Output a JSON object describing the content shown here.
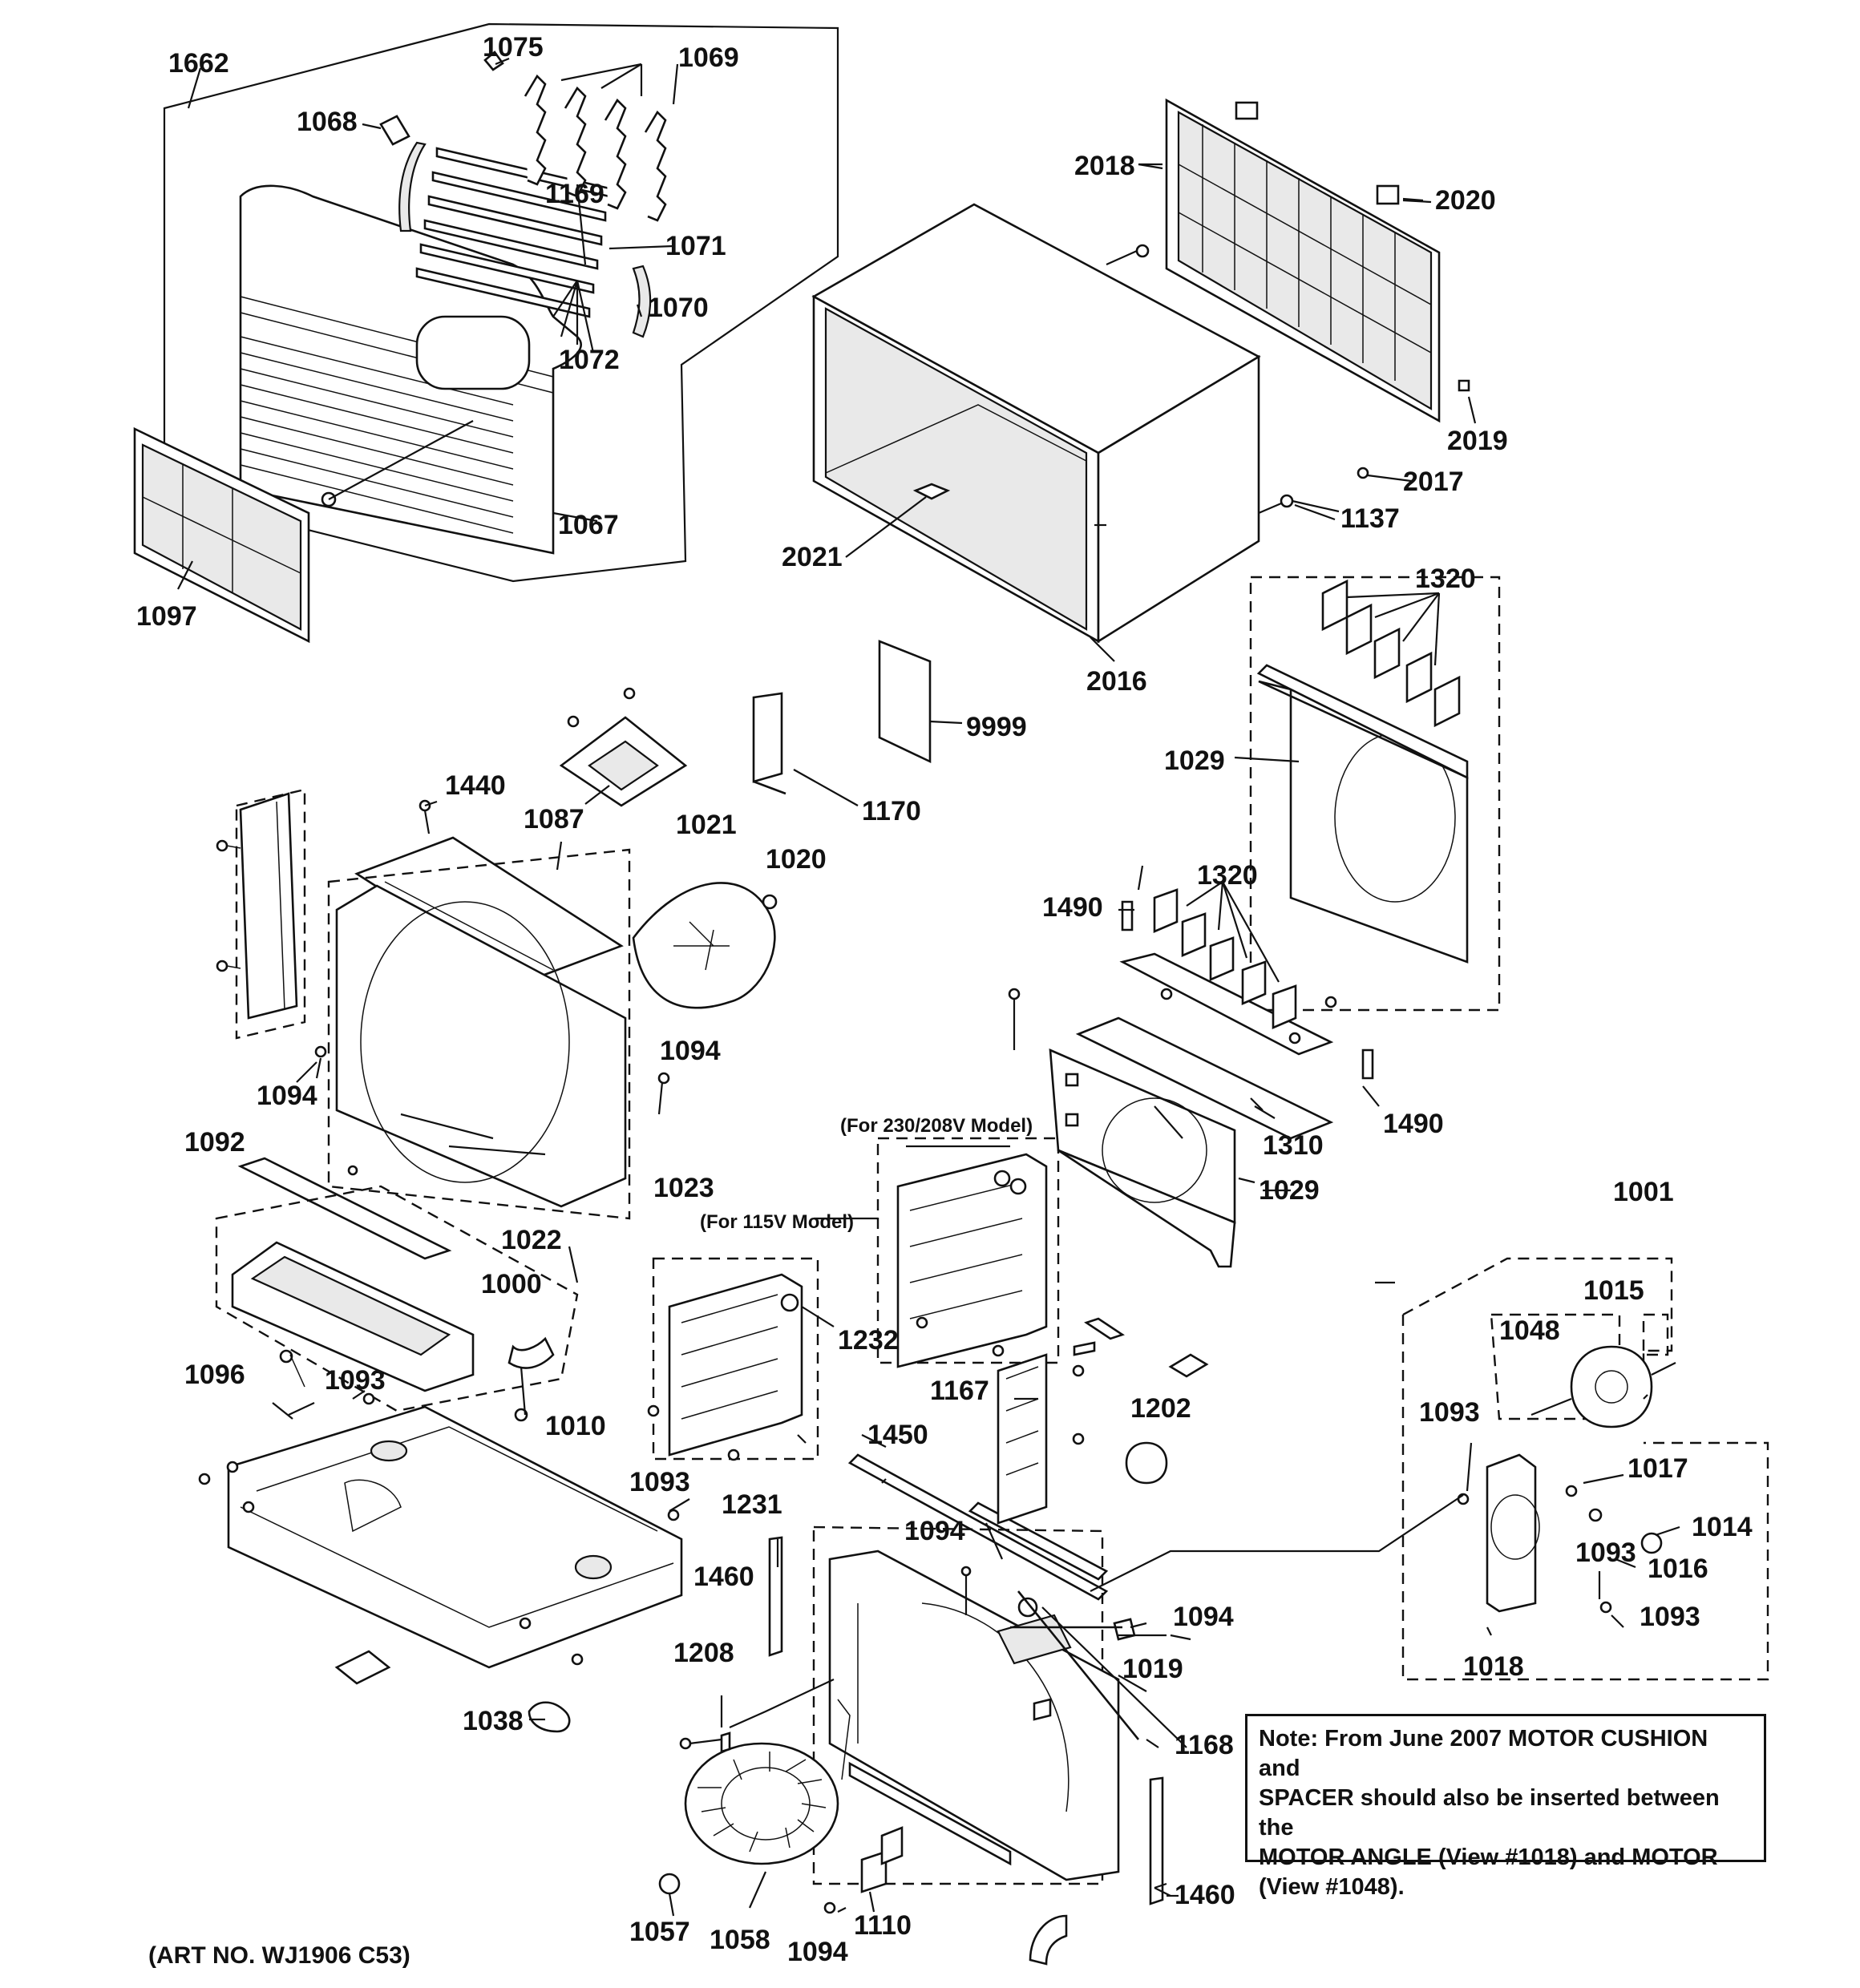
{
  "labels": [
    {
      "id": "1662",
      "text": "1662"
    },
    {
      "id": "1075",
      "text": "1075"
    },
    {
      "id": "1069",
      "text": "1069"
    },
    {
      "id": "1068",
      "text": "1068"
    },
    {
      "id": "1169",
      "text": "1169"
    },
    {
      "id": "1071",
      "text": "1071"
    },
    {
      "id": "1070",
      "text": "1070"
    },
    {
      "id": "1072",
      "text": "1072"
    },
    {
      "id": "1067",
      "text": "1067"
    },
    {
      "id": "1097",
      "text": "1097"
    },
    {
      "id": "2018",
      "text": "2018"
    },
    {
      "id": "2020",
      "text": "2020"
    },
    {
      "id": "2019",
      "text": "2019"
    },
    {
      "id": "2017",
      "text": "2017"
    },
    {
      "id": "1137",
      "text": "1137"
    },
    {
      "id": "2021",
      "text": "2021"
    },
    {
      "id": "2016",
      "text": "2016"
    },
    {
      "id": "1320a",
      "text": "1320"
    },
    {
      "id": "1029a",
      "text": "1029"
    },
    {
      "id": "9999",
      "text": "9999"
    },
    {
      "id": "1170",
      "text": "1170"
    },
    {
      "id": "1087",
      "text": "1087"
    },
    {
      "id": "1440",
      "text": "1440"
    },
    {
      "id": "1021",
      "text": "1021"
    },
    {
      "id": "1020",
      "text": "1020"
    },
    {
      "id": "1490a",
      "text": "1490"
    },
    {
      "id": "1320b",
      "text": "1320"
    },
    {
      "id": "1094a",
      "text": "1094"
    },
    {
      "id": "1094b",
      "text": "1094"
    },
    {
      "id": "1310",
      "text": "1310"
    },
    {
      "id": "1490b",
      "text": "1490"
    },
    {
      "id": "1092",
      "text": "1092"
    },
    {
      "id": "1022",
      "text": "1022"
    },
    {
      "id": "1029b",
      "text": "1029"
    },
    {
      "id": "1023",
      "text": "1023"
    },
    {
      "id": "1001",
      "text": "1001"
    },
    {
      "id": "1000",
      "text": "1000"
    },
    {
      "id": "1015",
      "text": "1015"
    },
    {
      "id": "1232",
      "text": "1232"
    },
    {
      "id": "1048",
      "text": "1048"
    },
    {
      "id": "1096",
      "text": "1096"
    },
    {
      "id": "1093a",
      "text": "1093"
    },
    {
      "id": "1167",
      "text": "1167"
    },
    {
      "id": "1093b",
      "text": "1093"
    },
    {
      "id": "1010",
      "text": "1010"
    },
    {
      "id": "1202",
      "text": "1202"
    },
    {
      "id": "1017",
      "text": "1017"
    },
    {
      "id": "1450",
      "text": "1450"
    },
    {
      "id": "1093c",
      "text": "1093"
    },
    {
      "id": "1231",
      "text": "1231"
    },
    {
      "id": "1014",
      "text": "1014"
    },
    {
      "id": "1094c",
      "text": "1094"
    },
    {
      "id": "1093d",
      "text": "1093"
    },
    {
      "id": "1016",
      "text": "1016"
    },
    {
      "id": "1460a",
      "text": "1460"
    },
    {
      "id": "1093e",
      "text": "1093"
    },
    {
      "id": "1094d",
      "text": "1094"
    },
    {
      "id": "1018",
      "text": "1018"
    },
    {
      "id": "1019",
      "text": "1019"
    },
    {
      "id": "1208",
      "text": "1208"
    },
    {
      "id": "1038",
      "text": "1038"
    },
    {
      "id": "1168",
      "text": "1168"
    },
    {
      "id": "1460b",
      "text": "1460"
    },
    {
      "id": "1057",
      "text": "1057"
    },
    {
      "id": "1058",
      "text": "1058"
    },
    {
      "id": "1110",
      "text": "1110"
    },
    {
      "id": "1094e",
      "text": "1094"
    }
  ],
  "captions": {
    "model_230": "(For 230/208V Model)",
    "model_115": "(For 115V Model)",
    "art_no": "(ART NO. WJ1906 C53)"
  },
  "note": {
    "lines": [
      "Note: From June 2007 MOTOR CUSHION and",
      "SPACER should also be inserted between the",
      "MOTOR ANGLE (View #1018) and MOTOR",
      "(View #1048)."
    ]
  }
}
